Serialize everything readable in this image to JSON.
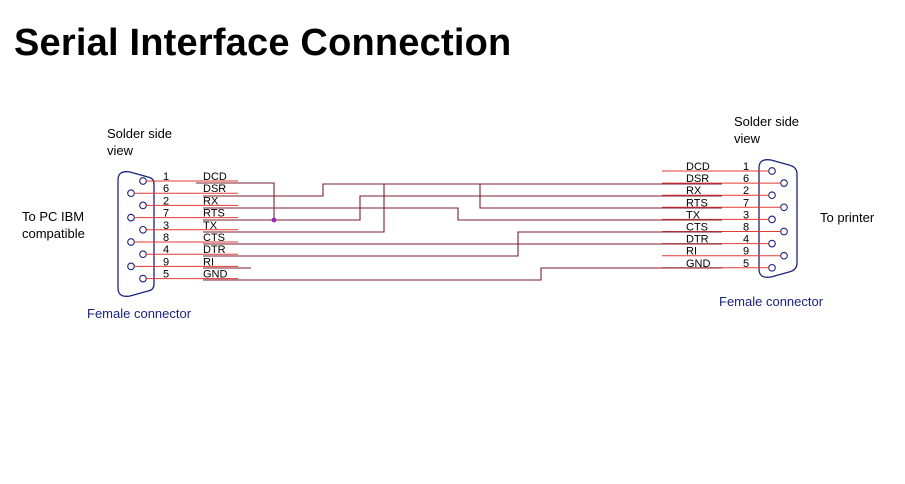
{
  "title": "Serial Interface Connection",
  "left": {
    "solder_line1": "Solder side",
    "solder_line2": "view",
    "to_line1": "To PC IBM",
    "to_line2": "compatible",
    "connector_label": "Female connector",
    "rows": [
      {
        "pin": "1",
        "signal": "DCD"
      },
      {
        "pin": "6",
        "signal": "DSR"
      },
      {
        "pin": "2",
        "signal": "RX"
      },
      {
        "pin": "7",
        "signal": "RTS"
      },
      {
        "pin": "3",
        "signal": "TX"
      },
      {
        "pin": "8",
        "signal": "CTS"
      },
      {
        "pin": "4",
        "signal": "DTR"
      },
      {
        "pin": "9",
        "signal": "RI"
      },
      {
        "pin": "5",
        "signal": "GND"
      }
    ]
  },
  "right": {
    "solder_line1": "Solder side",
    "solder_line2": "view",
    "to_label": "To printer",
    "connector_label": "Female connector",
    "rows": [
      {
        "pin": "1",
        "signal": "DCD"
      },
      {
        "pin": "6",
        "signal": "DSR"
      },
      {
        "pin": "2",
        "signal": "RX"
      },
      {
        "pin": "7",
        "signal": "RTS"
      },
      {
        "pin": "3",
        "signal": "TX"
      },
      {
        "pin": "8",
        "signal": "CTS"
      },
      {
        "pin": "4",
        "signal": "DTR"
      },
      {
        "pin": "9",
        "signal": "RI"
      },
      {
        "pin": "5",
        "signal": "GND"
      }
    ]
  },
  "colors": {
    "pin_line": "#e53935",
    "wire": "#7b1f2e",
    "junction": "#9c27b0",
    "connector": "#1a237e",
    "text": "#000000"
  }
}
